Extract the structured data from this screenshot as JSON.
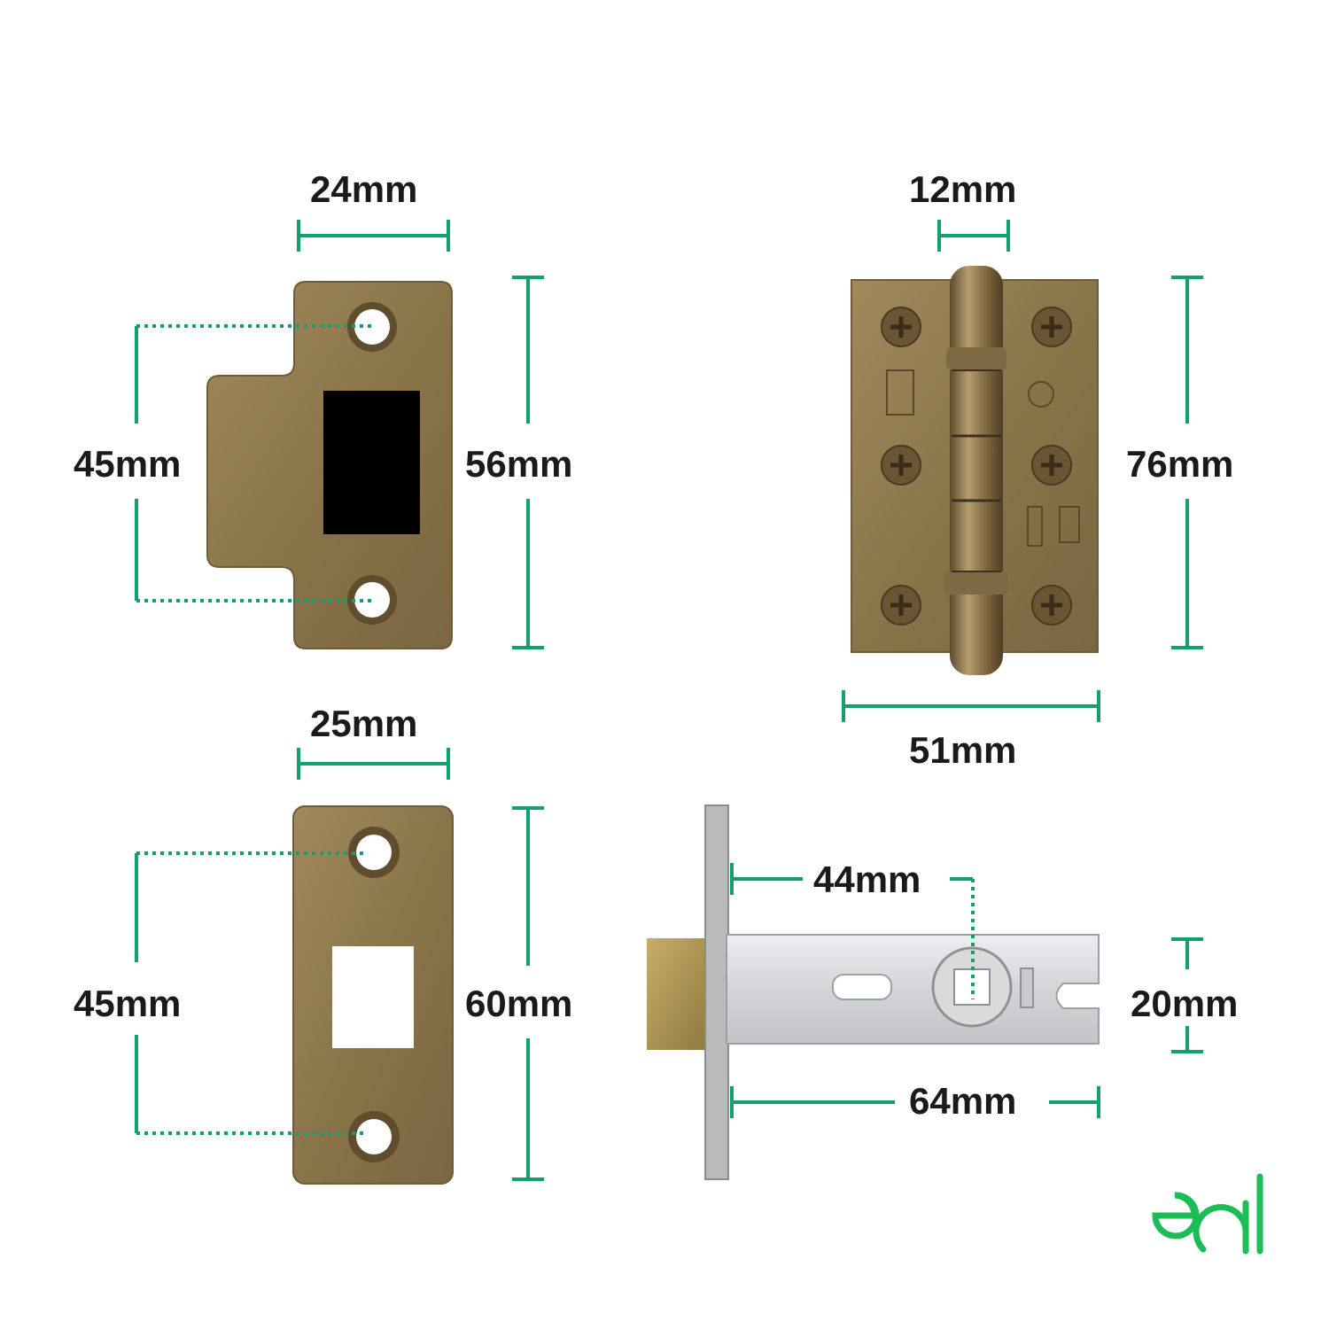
{
  "colors": {
    "accent": "#12a06e",
    "brass": "#8f7a4e",
    "steel": "#d4d6d8",
    "logo": "#1dbd55"
  },
  "strike_plate": {
    "width_label": "24mm",
    "hole_spacing_label": "45mm",
    "height_label": "56mm"
  },
  "hinge": {
    "knuckle_label": "12mm",
    "height_label": "76mm",
    "width_label": "51mm"
  },
  "forend_plate": {
    "width_label": "25mm",
    "hole_spacing_label": "45mm",
    "height_label": "60mm"
  },
  "tubular_latch": {
    "backset_label": "44mm",
    "case_height_label": "20mm",
    "length_label": "64mm"
  },
  "logo": {
    "icon": "eai-logo-icon"
  }
}
